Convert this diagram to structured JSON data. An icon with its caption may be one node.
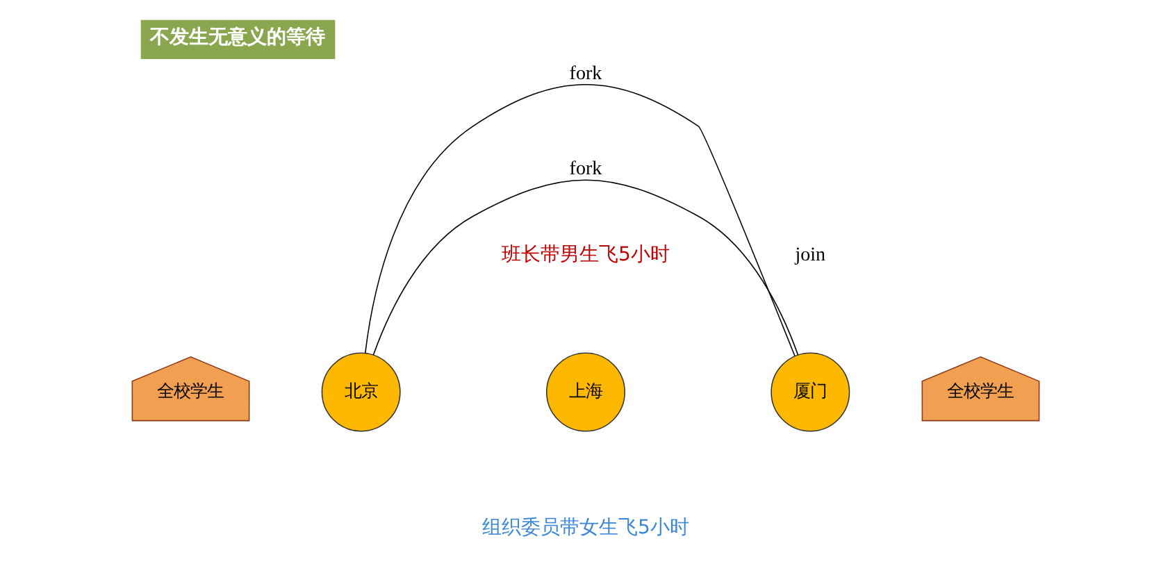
{
  "diagram": {
    "title": "不发生无意义的等待",
    "nodes": [
      {
        "text": [
          "全校学生"
        ]
      },
      {
        "text": [
          "北京"
        ]
      },
      {
        "text": [
          "上海"
        ]
      },
      {
        "text": [
          "厦门"
        ]
      },
      {
        "text": [
          "全校学生"
        ]
      }
    ],
    "edges": [
      {
        "from": 1,
        "to": 3,
        "arrow": "none",
        "label": "fork"
      },
      {
        "from": 1,
        "to": 3,
        "arrow": "none",
        "label": "fork"
      }
    ],
    "labels": [
      "班长带男生飞5小时",
      "join",
      "组织委员带女生飞5小时"
    ]
  }
}
